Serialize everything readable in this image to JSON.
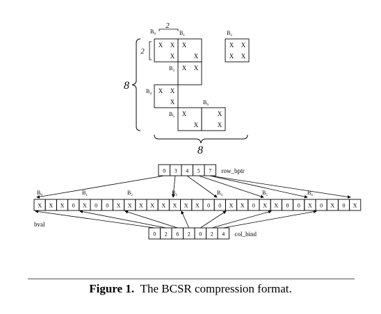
{
  "diagram": {
    "grid": {
      "dim_label": "8",
      "block_label": "2",
      "block_names": [
        "B0",
        "B1",
        "B2",
        "B3",
        "B4",
        "B5",
        "B6"
      ],
      "mark": "X"
    },
    "row_bptr": {
      "label": "row_bptr",
      "values": [
        "0",
        "3",
        "4",
        "5",
        "7"
      ]
    },
    "bval": {
      "label": "bval",
      "values": [
        "X",
        "X",
        "X",
        "0",
        "X",
        "0",
        "0",
        "X",
        "X",
        "X",
        "X",
        "X",
        "X",
        "X",
        "X",
        "0",
        "0",
        "X",
        "X",
        "0",
        "X",
        "X",
        "0",
        "0",
        "X",
        "0",
        "X",
        "0",
        "X"
      ]
    },
    "col_bind": {
      "label": "col_bind",
      "values": [
        "0",
        "2",
        "6",
        "2",
        "0",
        "2",
        "4"
      ]
    }
  },
  "caption": {
    "prefix": "Figure 1.",
    "text": "The BCSR compression format."
  }
}
